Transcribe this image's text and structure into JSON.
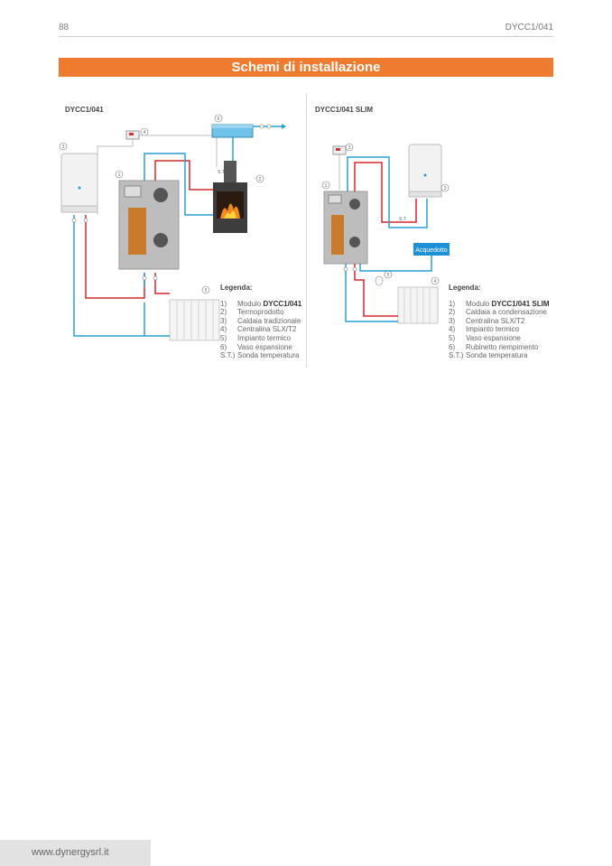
{
  "header": {
    "page_number": "88",
    "doc_code": "DYCC1/041"
  },
  "banner": {
    "title": "Schemi di installazione"
  },
  "left_diagram": {
    "title": "DYCC1/041",
    "markers": [
      "1",
      "2",
      "3",
      "4",
      "5",
      "6"
    ],
    "probe_label": "S.T.",
    "legend_title": "Legenda:",
    "legend_items": [
      {
        "num": "1)",
        "prefix": "Modulo ",
        "bold": "DYCC1/041",
        "text": ""
      },
      {
        "num": "2)",
        "prefix": "",
        "bold": "",
        "text": "Termoprodotto"
      },
      {
        "num": "3)",
        "prefix": "",
        "bold": "",
        "text": "Caldaia tradizionale"
      },
      {
        "num": "4)",
        "prefix": "",
        "bold": "",
        "text": "Centralina SLX/T2"
      },
      {
        "num": "5)",
        "prefix": "",
        "bold": "",
        "text": "Impianto termico"
      },
      {
        "num": "6)",
        "prefix": "",
        "bold": "",
        "text": "Vaso espansione"
      },
      {
        "num": "S.T.)",
        "prefix": "",
        "bold": "",
        "text": "Sonda temperatura"
      }
    ]
  },
  "right_diagram": {
    "title": "DYCC1/041 SLIM",
    "markers": [
      "1",
      "2",
      "3",
      "4",
      "5"
    ],
    "aqueduct_label": "Acquedotto",
    "probe_label": "S.T.",
    "legend_title": "Legenda:",
    "legend_items": [
      {
        "num": "1)",
        "prefix": "Modulo ",
        "bold": "DYCC1/041 SLIM",
        "text": ""
      },
      {
        "num": "2)",
        "prefix": "",
        "bold": "",
        "text": "Caldaia a condensazione"
      },
      {
        "num": "3)",
        "prefix": "",
        "bold": "",
        "text": "Centralina SLX/T2"
      },
      {
        "num": "4)",
        "prefix": "",
        "bold": "",
        "text": "Impianto termico"
      },
      {
        "num": "5)",
        "prefix": "",
        "bold": "",
        "text": "Vaso espansione"
      },
      {
        "num": "6)",
        "prefix": "",
        "bold": "",
        "text": "Rubinetto riempimento"
      },
      {
        "num": "S.T.)",
        "prefix": "",
        "bold": "",
        "text": "Sonda temperatura"
      }
    ]
  },
  "colors": {
    "accent": "#ee7b30",
    "hot_pipe": "#d9262b",
    "cold_pipe": "#2a9fd6",
    "module_gray": "#b9b9b9",
    "copper": "#c97a2b"
  },
  "footer": {
    "website": "www.dynergysrl.it"
  }
}
